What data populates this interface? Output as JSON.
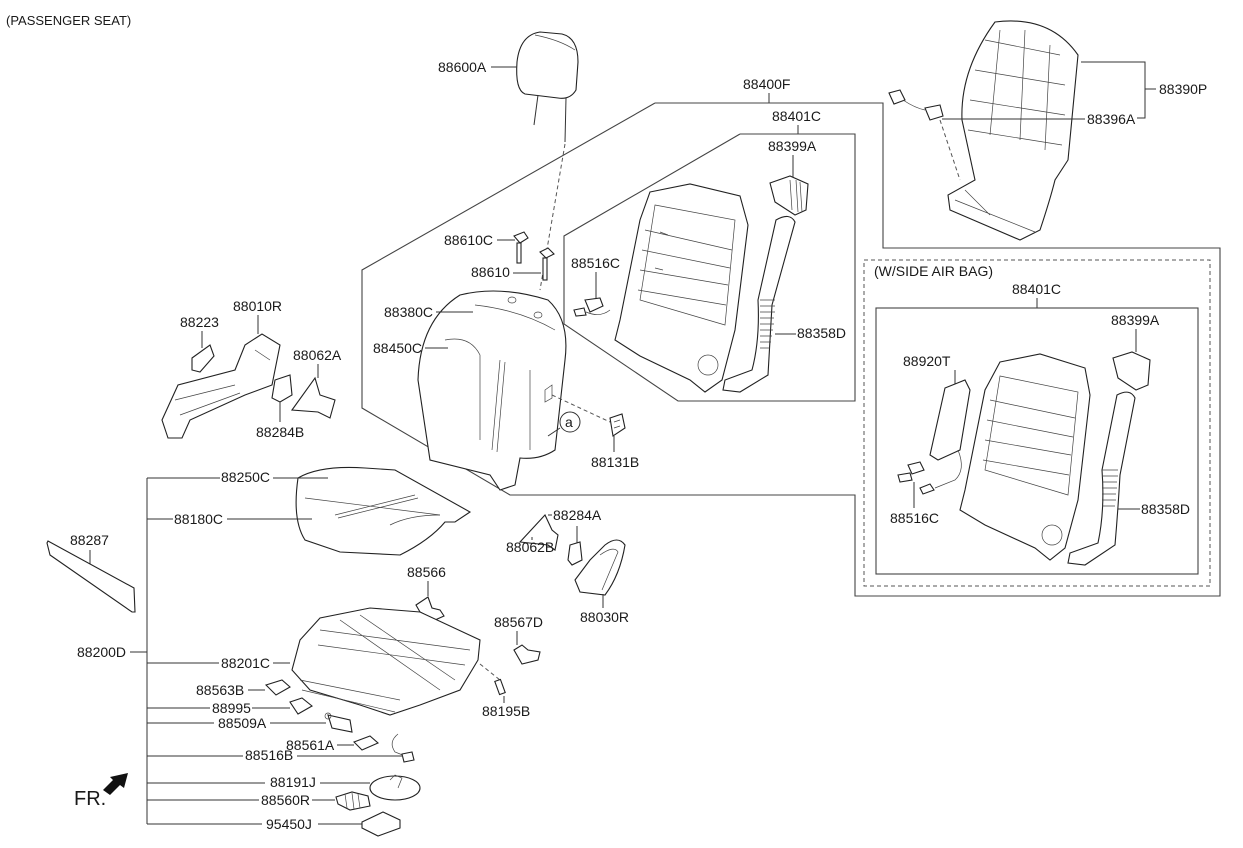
{
  "title": "(PASSENGER SEAT)",
  "inset_title": "(W/SIDE AIR BAG)",
  "front_marker": "FR.",
  "callout_ref": "a",
  "labels": {
    "p88600A": "88600A",
    "p88400F": "88400F",
    "p88401C": "88401C",
    "p88399A": "88399A",
    "p88390P": "88390P",
    "p88396A": "88396A",
    "p88610C": "88610C",
    "p88610": "88610",
    "p88516C": "88516C",
    "p88380C": "88380C",
    "p88450C": "88450C",
    "p88358D": "88358D",
    "p88131B": "88131B",
    "p88223": "88223",
    "p88010R": "88010R",
    "p88062A": "88062A",
    "p88284B": "88284B",
    "p88250C": "88250C",
    "p88180C": "88180C",
    "p88287": "88287",
    "p88200D": "88200D",
    "p88201C": "88201C",
    "p88563B": "88563B",
    "p88995": "88995",
    "p88509A": "88509A",
    "p88561A": "88561A",
    "p88516B": "88516B",
    "p88191J": "88191J",
    "p88560R": "88560R",
    "p95450J": "95450J",
    "p88566": "88566",
    "p88567D": "88567D",
    "p88195B": "88195B",
    "p88284A": "88284A",
    "p88062B": "88062B",
    "p88030R": "88030R",
    "inset_88401C": "88401C",
    "inset_88399A": "88399A",
    "inset_88920T": "88920T",
    "inset_88516C": "88516C",
    "inset_88358D": "88358D"
  }
}
